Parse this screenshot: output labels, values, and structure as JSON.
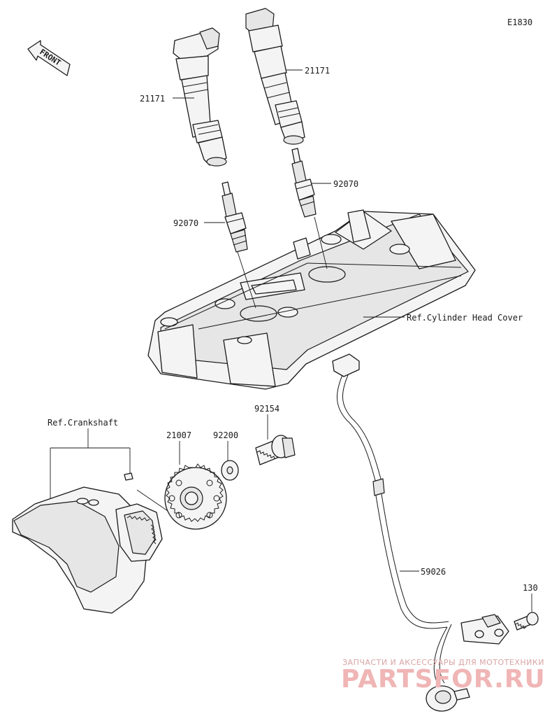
{
  "diagram_code": "E1830",
  "front_arrow_label": "FRONT",
  "labels": {
    "coil_left": "21171",
    "coil_right": "21171",
    "plug_left": "92070",
    "plug_right": "92070",
    "ref_head_cover": "Ref.Cylinder Head Cover",
    "ref_crankshaft": "Ref.Crankshaft",
    "rotor": "21007",
    "washer": "92200",
    "bolt_92154": "92154",
    "sensor_harness": "59026",
    "bolt_130": "130"
  },
  "watermark": {
    "line1": "ЗАПЧАСТИ И АКСЕССУАРЫ ДЛЯ МОТОТЕХНИКИ",
    "line2": "PARTSFOR.RU"
  }
}
